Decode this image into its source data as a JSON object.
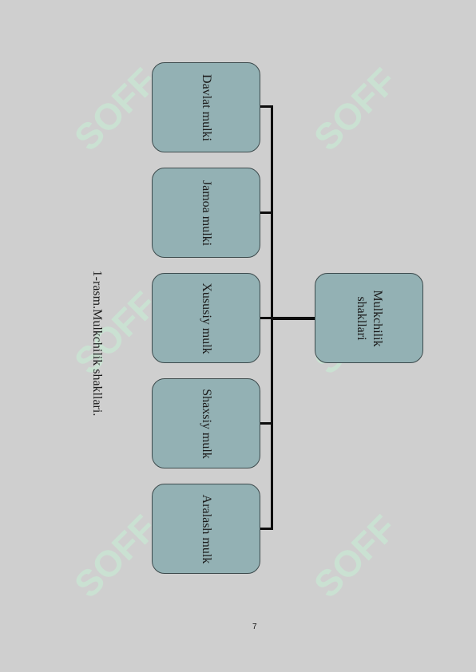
{
  "diagram": {
    "root": {
      "label_line1": "Mulkchilik",
      "label_line2": "shakllari"
    },
    "children": [
      {
        "label": "Davlat mulki"
      },
      {
        "label": "Jamoa mulki"
      },
      {
        "label": "Xususiy mulk"
      },
      {
        "label": "Shaxsiy mulk"
      },
      {
        "label": "Aralash mulk"
      }
    ]
  },
  "caption": "1-rasm.Mulkchilik shakllari.",
  "page_number": "7",
  "watermark": {
    "text": "SOFF",
    "color": "#c7f0d6"
  }
}
